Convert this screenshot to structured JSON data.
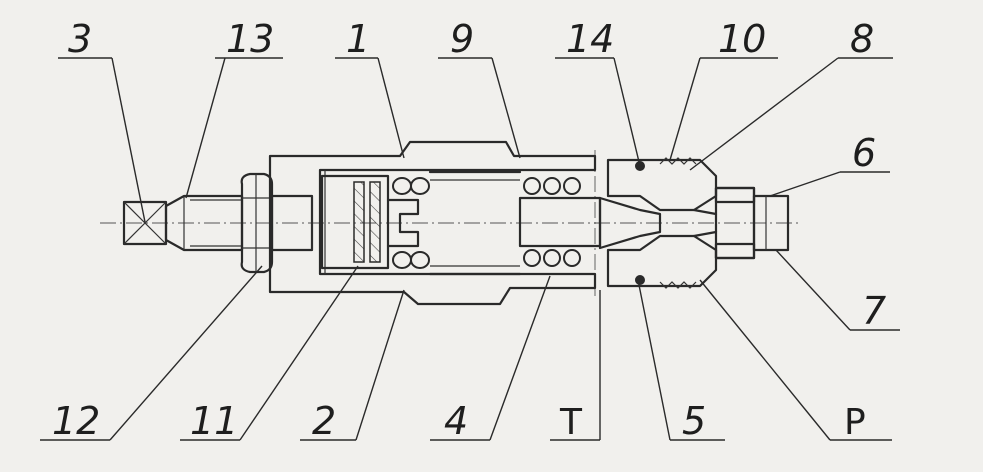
{
  "callouts": {
    "c3": "3",
    "c13": "13",
    "c1": "1",
    "c9": "9",
    "c14": "14",
    "c10": "10",
    "c8": "8",
    "c6": "6",
    "c7": "7",
    "c12": "12",
    "c11": "11",
    "c2": "2",
    "c4": "4",
    "cT": "T",
    "c5": "5",
    "cP": "P"
  },
  "colors": {
    "background": "#f1f0ed",
    "line": "#2a2a2a"
  }
}
